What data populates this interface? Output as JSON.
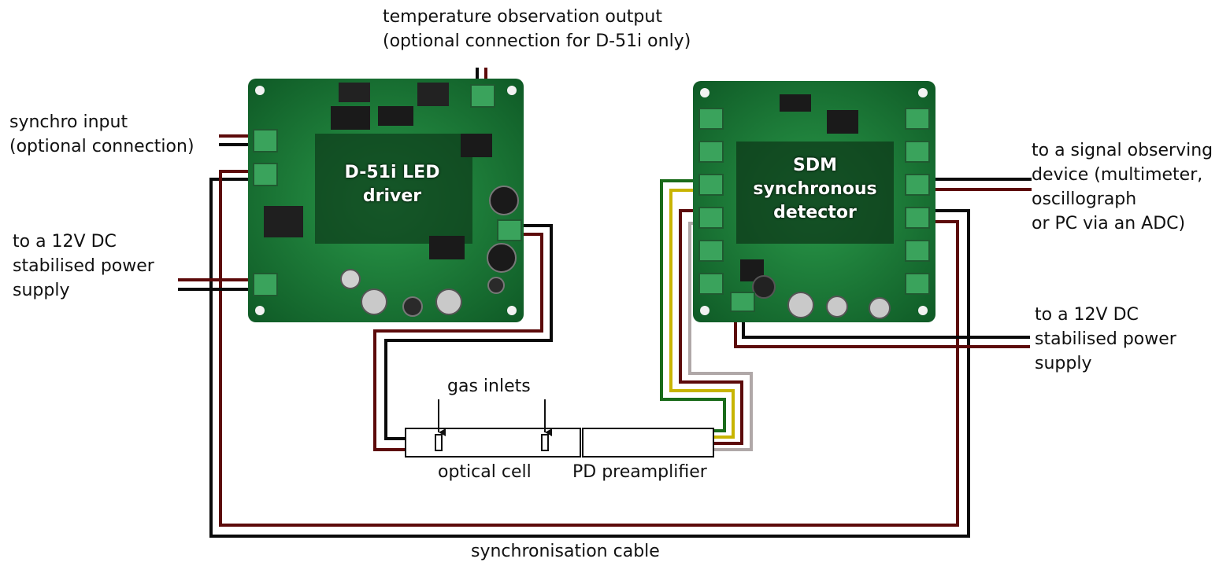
{
  "labels": {
    "temperature_output": "temperature observation output\n(optional connection for D-51i only)",
    "synchro_input": "synchro input\n(optional connection)",
    "power_left": "to a 12V DC\nstabilised power\nsupply",
    "signal_device": "to a signal observing\ndevice (multimeter,\noscillograph\nor PC via an ADC)",
    "power_right": "to a 12V DC\nstabilised power\nsupply",
    "gas_inlets": "gas inlets",
    "optical_cell": "optical cell",
    "pd_preamplifier": "PD preamplifier",
    "sync_cable": "synchronisation cable"
  },
  "boards": {
    "led_driver": {
      "title": "D-51i LED\ndriver"
    },
    "sdm": {
      "title": "SDM\nsynchronous\ndetector"
    }
  },
  "colors": {
    "board_green": "#1e7a3a",
    "wire_dark_red": "#5c0a0a",
    "wire_black": "#0a0a0a",
    "wire_green": "#1a6b1a",
    "wire_yellow": "#c8b400",
    "wire_grey": "#b0a8a8",
    "terminal_green": "#3aa35c"
  }
}
